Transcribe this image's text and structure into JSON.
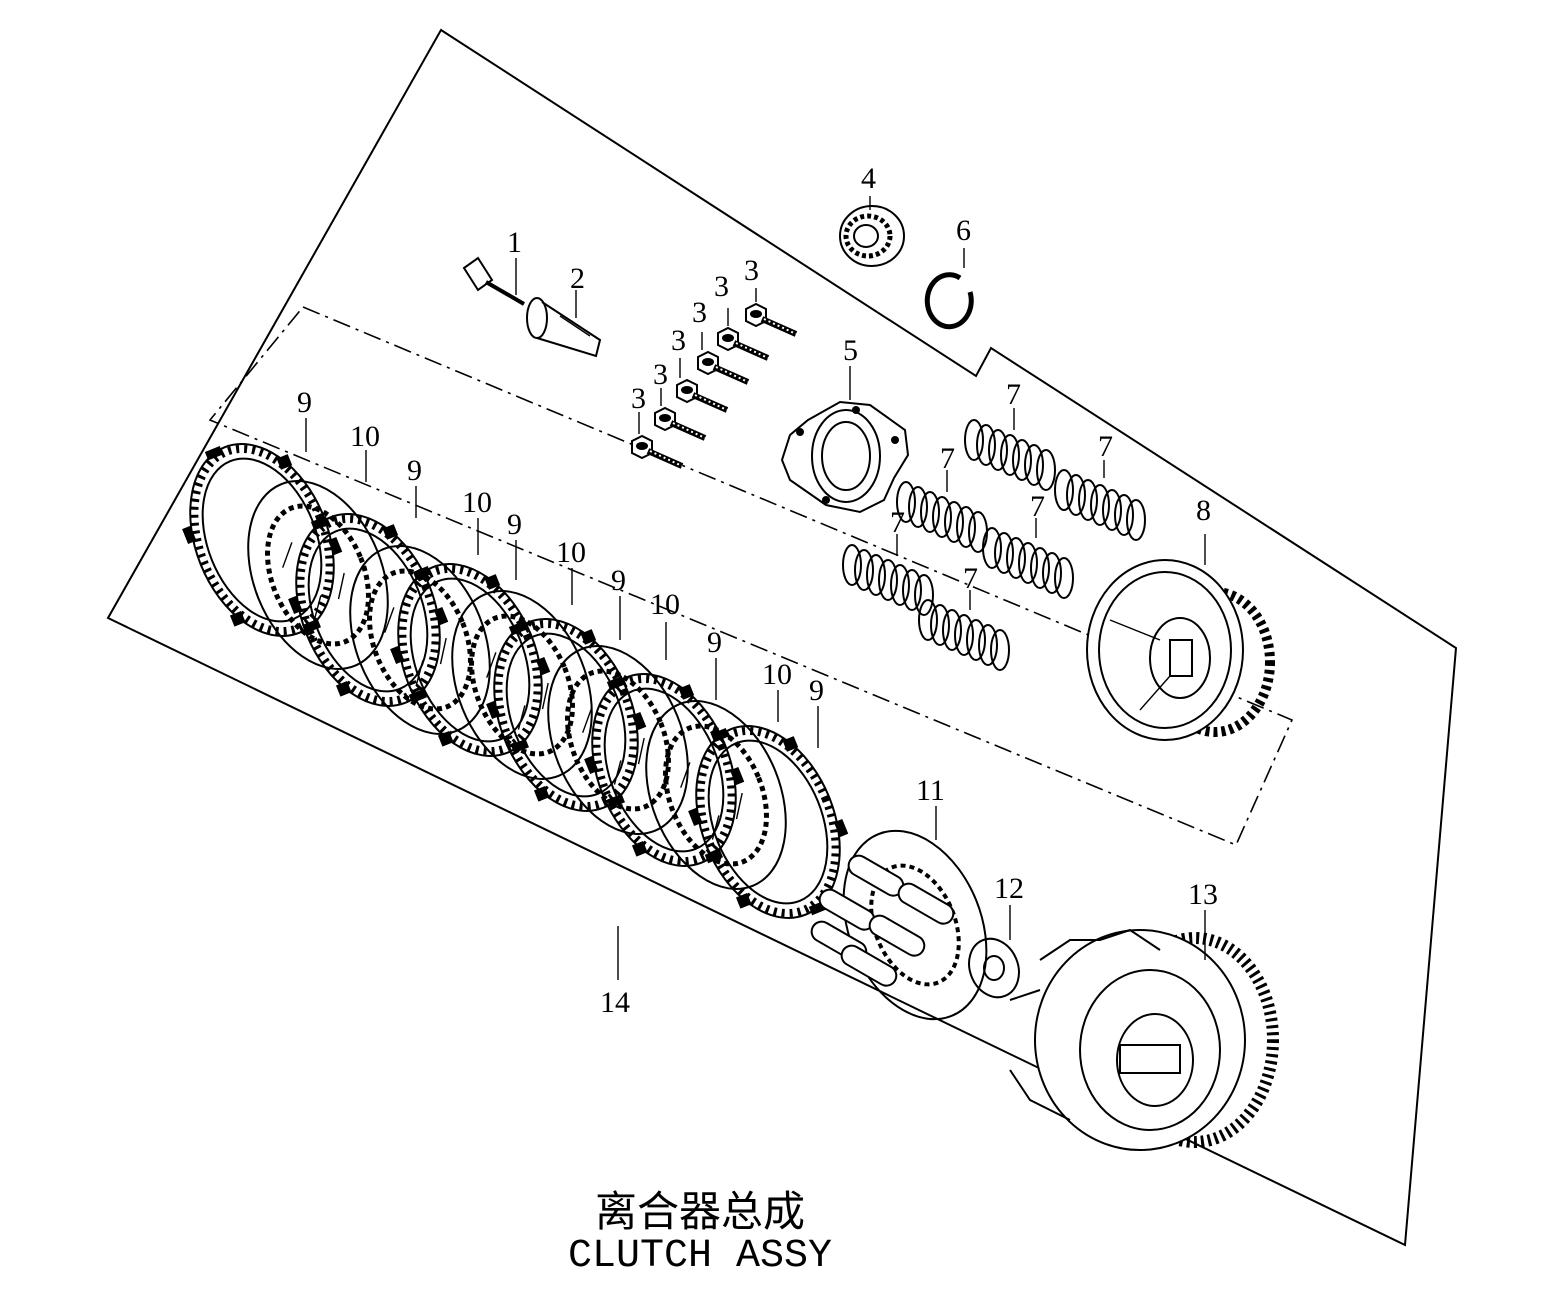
{
  "diagram": {
    "callouts": {
      "c1": "1",
      "c2": "2",
      "c3": "3",
      "c4": "4",
      "c5": "5",
      "c6": "6",
      "c7": "7",
      "c8": "8",
      "c9": "9",
      "c10": "10",
      "c11": "11",
      "c12": "12",
      "c13": "13",
      "c14": "14"
    },
    "title_cn": "离合器总成",
    "title_en": "CLUTCH ASSY"
  }
}
